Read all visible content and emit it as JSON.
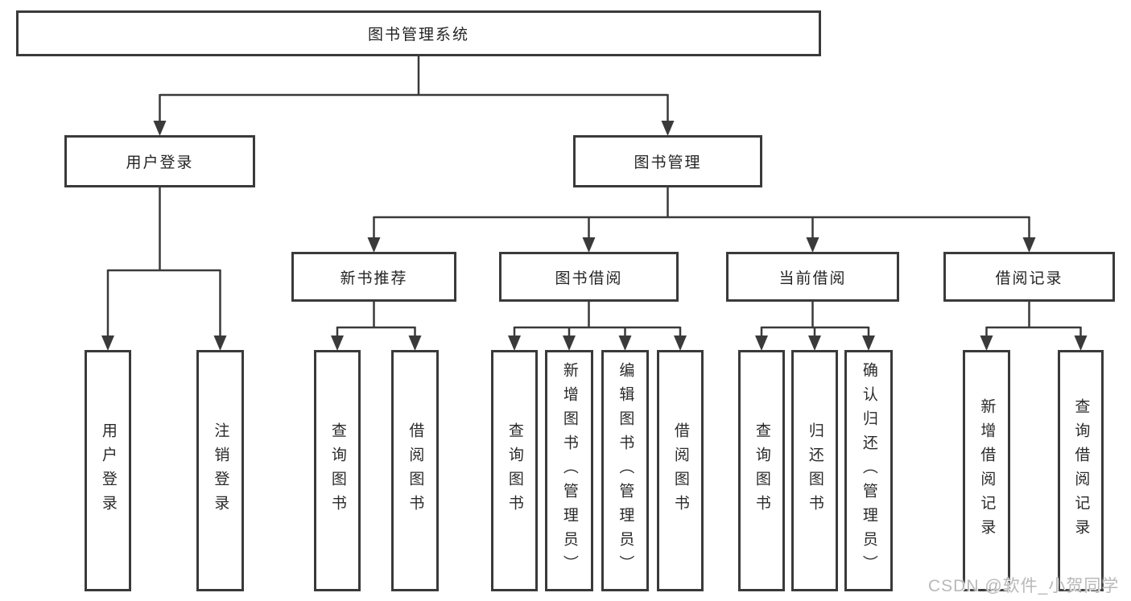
{
  "tree": {
    "label": "图书管理系统",
    "children": [
      {
        "label": "用户登录",
        "children": [
          {
            "label": "用户登录"
          },
          {
            "label": "注销登录"
          }
        ]
      },
      {
        "label": "图书管理",
        "children": [
          {
            "label": "新书推荐",
            "children": [
              {
                "label": "查询图书"
              },
              {
                "label": "借阅图书"
              }
            ]
          },
          {
            "label": "图书借阅",
            "children": [
              {
                "label": "查询图书"
              },
              {
                "label": "新增图书（管理员）"
              },
              {
                "label": "编辑图书（管理员）"
              },
              {
                "label": "借阅图书"
              }
            ]
          },
          {
            "label": "当前借阅",
            "children": [
              {
                "label": "查询图书"
              },
              {
                "label": "归还图书"
              },
              {
                "label": "确认归还（管理员）"
              }
            ]
          },
          {
            "label": "借阅记录",
            "children": [
              {
                "label": "新增借阅记录"
              },
              {
                "label": "查询借阅记录"
              }
            ]
          }
        ]
      }
    ]
  },
  "watermark": "CSDN @软件_小贺同学",
  "colors": {
    "line": "#3a3a3a",
    "box_border": "#3a3a3a",
    "box_fill": "#ffffff",
    "text": "#242424",
    "watermark": "#b9b9b9"
  }
}
